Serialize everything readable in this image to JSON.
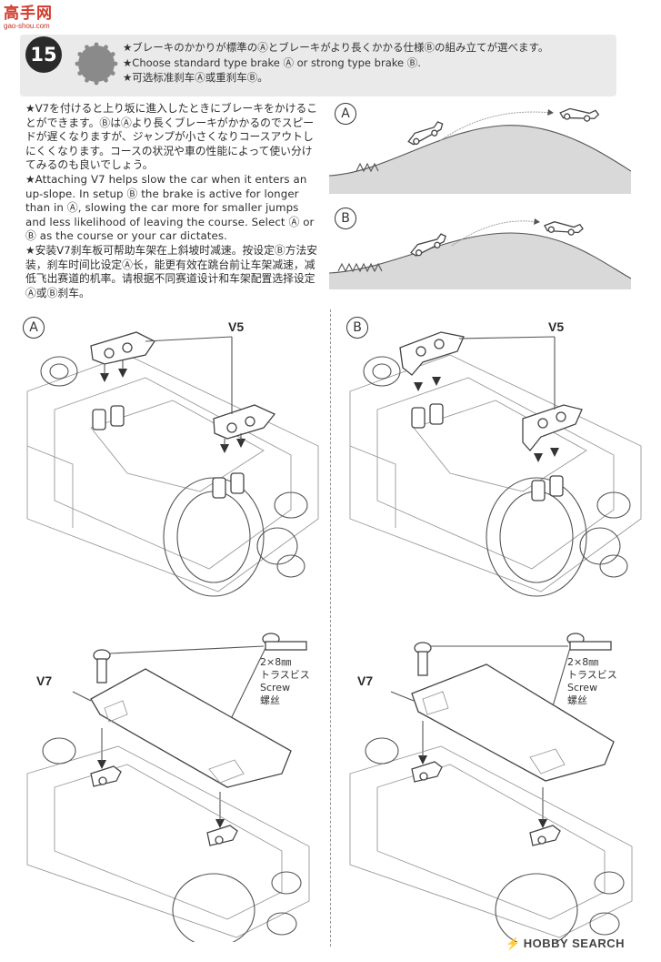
{
  "watermark": {
    "main": "高手网",
    "sub": "gao-shou.com"
  },
  "step": {
    "number": "15",
    "header_lines": [
      "★ブレーキのかかりが標準のⒶとブレーキがより長くかかる仕様Ⓑの組み立てが選べます。",
      "★Choose standard type brake Ⓐ or strong type brake Ⓑ.",
      "★可选标准刹车Ⓐ或重刹车Ⓑ。"
    ]
  },
  "description": {
    "jp": "★V7を付けると上り坂に進入したときにブレーキをかけることができます。ⒷはⒶより長くブレーキがかかるのでスピードが遅くなりますが、ジャンプが小さくなりコースアウトしにくくなります。コースの状況や車の性能によって使い分けてみるのも良いでしょう。",
    "en": "★Attaching V7 helps slow the car when it enters an up-slope. In setup Ⓑ the brake is active for longer than in Ⓐ, slowing the car more for smaller jumps and less likelihood of leaving the course. Select Ⓐ or Ⓑ as the course or your car dictates.",
    "cn": "★安装V7刹车板可帮助车架在上斜坡时减速。按设定Ⓑ方法安装，刹车时间比设定Ⓐ长，能更有效在跳台前让车架减速，减低飞出赛道的机率。请根据不同赛道设计和车架配置选择设定Ⓐ或Ⓑ刹车。"
  },
  "labels": {
    "setup_a": "A",
    "setup_b": "B",
    "part_v5": "V5",
    "part_v7": "V7",
    "screw_size": "2×8㎜",
    "screw_jp": "トラスビス",
    "screw_en": "Screw",
    "screw_cn": "螺丝"
  },
  "footer": {
    "brand": "HOBBY SEARCH",
    "logo_letter": "⚡"
  }
}
